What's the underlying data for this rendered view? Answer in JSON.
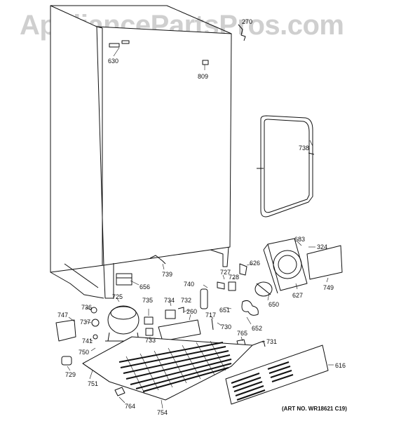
{
  "watermark": "AppliancePartsPros.com",
  "art_number": "(ART NO. WR18621 C19)",
  "part_labels": {
    "p270": "270",
    "p630": "630",
    "p809": "809",
    "p738": "738",
    "p683": "683",
    "p324": "324",
    "p626": "626",
    "p739": "739",
    "p656": "656",
    "p727": "727",
    "p728": "728",
    "p740": "740",
    "p627": "627",
    "p749": "749",
    "p650": "650",
    "p725": "725",
    "p735": "735",
    "p734": "734",
    "p732": "732",
    "p736": "736",
    "p747": "747",
    "p737": "737",
    "p260": "260",
    "p651": "651",
    "p717": "717",
    "p730": "730",
    "p765": "765",
    "p652": "652",
    "p733": "733",
    "p741": "741",
    "p750": "750",
    "p731": "731",
    "p729": "729",
    "p751": "751",
    "p616": "616",
    "p764": "764",
    "p754": "754"
  }
}
